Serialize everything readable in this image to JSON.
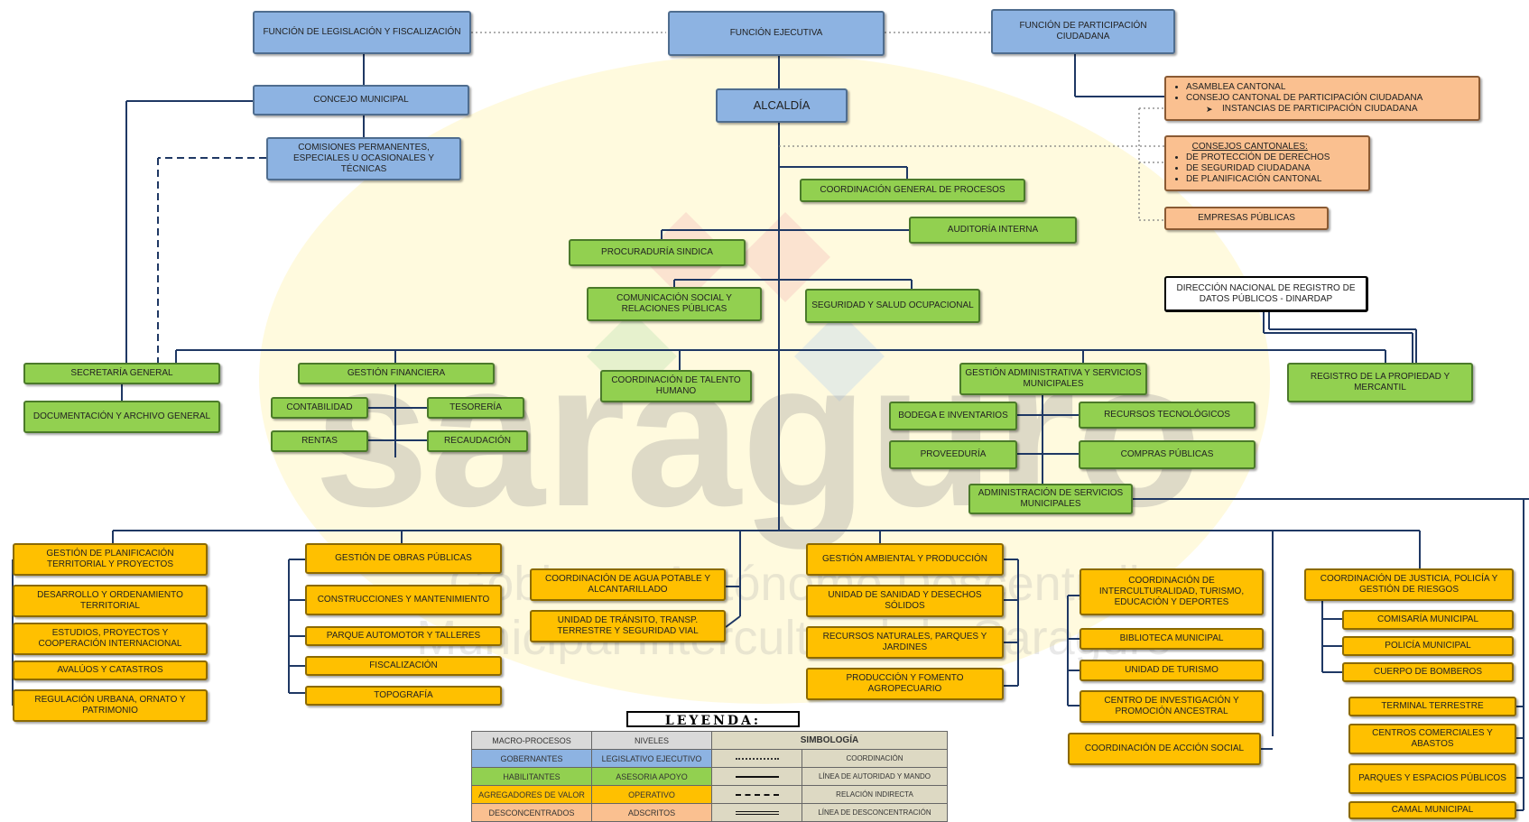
{
  "watermark": {
    "brand": "saraguro",
    "line1": "Gobierno Autónomo Descentrali",
    "line2": "Municipal Intercultural de Saraguro"
  },
  "top": {
    "legislacion": "FUNCIÓN DE LEGISLACIÓN Y FISCALIZACIÓN",
    "ejecutiva": "FUNCIÓN EJECUTIVA",
    "participacion": "FUNCIÓN DE PARTICIPACIÓN CIUDADANA",
    "concejo": "CONCEJO MUNICIPAL",
    "alcaldia": "ALCALDÍA",
    "comisiones": "COMISIONES PERMANENTES, ESPECIALES U OCASIONALES Y TÉCNICAS"
  },
  "participacion_boxes": {
    "asamblea_items": [
      "ASAMBLEA CANTONAL",
      "CONSEJO CANTONAL DE PARTICIPACIÓN CIUDADANA"
    ],
    "asamblea_sub": "INSTANCIAS DE PARTICIPACIÓN CIUDADANA",
    "consejos_title": "CONSEJOS CANTONALES:",
    "consejos_items": [
      "DE PROTECCIÓN DE DERECHOS",
      "DE SEGURIDAD CIUDADANA",
      "DE PLANIFICACIÓN CANTONAL"
    ],
    "empresas": "EMPRESAS PÚBLICAS"
  },
  "dinardap": "DIRECCIÓN NACIONAL DE REGISTRO DE DATOS PÚBLICOS - DINARDAP",
  "apoyo": {
    "coordinacion_general": "COORDINACIÓN GENERAL DE PROCESOS",
    "auditoria": "AUDITORÍA INTERNA",
    "procuraduria": "PROCURADURÍA SINDICA",
    "comunicacion": "COMUNICACIÓN SOCIAL Y RELACIONES PÚBLICAS",
    "seguridad_salud": "SEGURIDAD Y SALUD OCUPACIONAL",
    "secretaria": "SECRETARÍA GENERAL",
    "documentacion": "DOCUMENTACIÓN Y ARCHIVO GENERAL",
    "financiera": "GESTIÓN FINANCIERA",
    "contabilidad": "CONTABILIDAD",
    "tesoreria": "TESORERÍA",
    "rentas": "RENTAS",
    "recaudacion": "RECAUDACIÓN",
    "talento": "COORDINACIÓN DE TALENTO HUMANO",
    "administrativa": "GESTIÓN ADMINISTRATIVA Y SERVICIOS MUNICIPALES",
    "bodega": "BODEGA E INVENTARIOS",
    "recursos_tec": "RECURSOS TECNOLÓGICOS",
    "proveeduria": "PROVEEDURÍA",
    "compras": "COMPRAS PÚBLICAS",
    "admin_servicios": "ADMINISTRACIÓN DE SERVICIOS MUNICIPALES",
    "registro": "REGISTRO DE LA PROPIEDAD Y MERCANTIL"
  },
  "operativo": {
    "planificacion": "GESTIÓN DE PLANIFICACIÓN TERRITORIAL Y PROYECTOS",
    "desarrollo": "DESARROLLO Y ORDENAMIENTO TERRITORIAL",
    "estudios": "ESTUDIOS, PROYECTOS Y COOPERACIÓN INTERNACIONAL",
    "avaluos": "AVALÚOS Y CATASTROS",
    "regulacion": "REGULACIÓN URBANA, ORNATO Y PATRIMONIO",
    "obras": "GESTIÓN DE OBRAS PÚBLICAS",
    "construcciones": "CONSTRUCCIONES Y MANTENIMIENTO",
    "parque": "PARQUE AUTOMOTOR Y TALLERES",
    "fiscalizacion": "FISCALIZACIÓN",
    "topografia": "TOPOGRAFÍA",
    "agua": "COORDINACIÓN DE AGUA POTABLE Y ALCANTARILLADO",
    "transito": "UNIDAD DE TRÁNSITO, TRANSP. TERRESTRE Y SEGURIDAD VIAL",
    "ambiental": "GESTIÓN AMBIENTAL Y PRODUCCIÓN",
    "sanidad": "UNIDAD DE SANIDAD Y DESECHOS SÓLIDOS",
    "recursos_nat": "RECURSOS NATURALES, PARQUES Y JARDINES",
    "produccion": "PRODUCCIÓN Y FOMENTO AGROPECUARIO",
    "intercultural": "COORDINACIÓN DE INTERCULTURALIDAD, TURISMO, EDUCACIÓN Y DEPORTES",
    "biblioteca": "BIBLIOTECA MUNICIPAL",
    "turismo": "UNIDAD DE TURISMO",
    "centro_inv": "CENTRO DE INVESTIGACIÓN Y PROMOCIÓN ANCESTRAL",
    "accion_social": "COORDINACIÓN DE ACCIÓN SOCIAL",
    "justicia": "COORDINACIÓN DE JUSTICIA, POLICÍA Y GESTIÓN DE RIESGOS",
    "comisaria": "COMISARÍA MUNICIPAL",
    "policia": "POLICÍA MUNICIPAL",
    "bomberos": "CUERPO DE BOMBEROS",
    "terminal": "TERMINAL TERRESTRE",
    "centros_com": "CENTROS COMERCIALES Y ABASTOS",
    "parques_esp": "PARQUES Y ESPACIOS PÚBLICOS",
    "camal": "CAMAL MUNICIPAL"
  },
  "legend": {
    "title": "LEYENDA:",
    "col_macro": "MACRO-PROCESOS",
    "col_niveles": "NIVELES",
    "col_simbologia": "SIMBOLOGÍA",
    "rows": [
      {
        "macro": "GOBERNANTES",
        "nivel": "LEGISLATIVO EJECUTIVO",
        "simbolo": "COORDINACIÓN"
      },
      {
        "macro": "HABILITANTES",
        "nivel": "ASESORIA APOYO",
        "simbolo": "LÍNEA DE AUTORIDAD Y MANDO"
      },
      {
        "macro": "AGREGADORES DE VALOR",
        "nivel": "OPERATIVO",
        "simbolo": "RELACIÓN INDIRECTA"
      },
      {
        "macro": "DESCONCENTRADOS",
        "nivel": "ADSCRITOS",
        "simbolo": "LÍNEA DE DESCONCENTRACIÓN"
      }
    ]
  },
  "colors": {
    "gobernantes": "#8db3e2",
    "habilitantes": "#92d050",
    "agregadores": "#ffc000",
    "desconcentrados": "#fac090"
  }
}
